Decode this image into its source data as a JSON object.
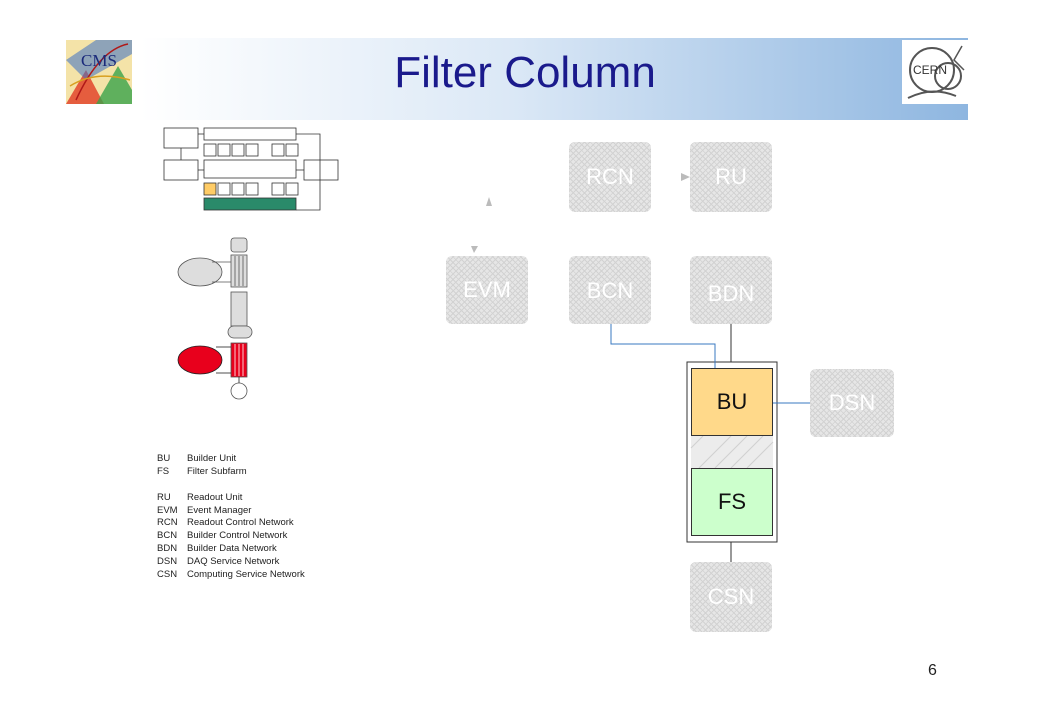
{
  "slide": {
    "title": "Filter Column",
    "page_number": "6"
  },
  "logos": {
    "left_text": "CMS",
    "right_text": "CERN"
  },
  "nodes": {
    "rcn": "RCN",
    "ru": "RU",
    "evm": "EVM",
    "bcn": "BCN",
    "bdn": "BDN",
    "bu": "BU",
    "dsn": "DSN",
    "fs": "FS",
    "csn": "CSN"
  },
  "legend": {
    "group1": [
      {
        "abbr": "BU",
        "desc": "Builder Unit"
      },
      {
        "abbr": "FS",
        "desc": "Filter Subfarm"
      }
    ],
    "group2": [
      {
        "abbr": "RU",
        "desc": "Readout Unit"
      },
      {
        "abbr": "EVM",
        "desc": "Event Manager"
      },
      {
        "abbr": "RCN",
        "desc": "Readout Control Network"
      },
      {
        "abbr": "BCN",
        "desc": "Builder Control Network"
      },
      {
        "abbr": "BDN",
        "desc": "Builder Data Network"
      },
      {
        "abbr": "DSN",
        "desc": "DAQ Service Network"
      },
      {
        "abbr": "CSN",
        "desc": "Computing Service Network"
      }
    ]
  },
  "colors": {
    "title": "#1a1a8c",
    "bu_fill": "#ffd98a",
    "fs_fill": "#ccffcc",
    "highlight_red": "#e8001c",
    "link_blue": "#3a78c2"
  }
}
